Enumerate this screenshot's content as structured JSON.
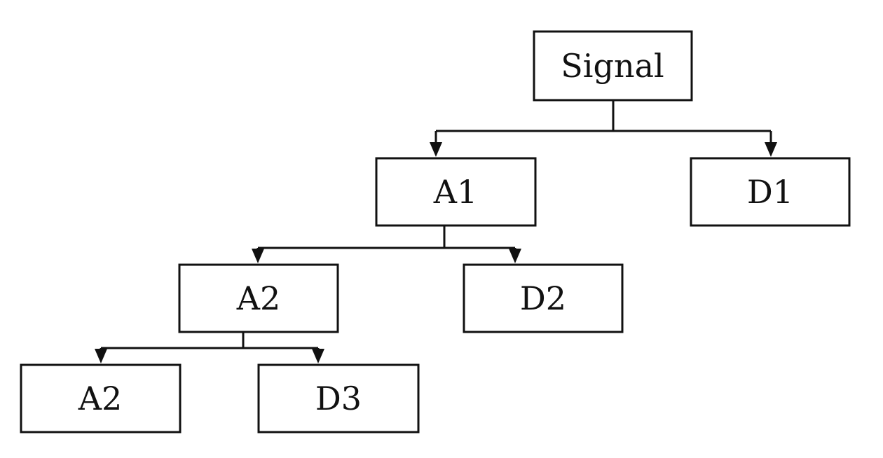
{
  "diagram": {
    "nodes": [
      {
        "id": "signal",
        "label": "Signal"
      },
      {
        "id": "a1",
        "label": "A1"
      },
      {
        "id": "d1",
        "label": "D1"
      },
      {
        "id": "a2_level2",
        "label": "A2"
      },
      {
        "id": "d2",
        "label": "D2"
      },
      {
        "id": "a2_level3",
        "label": "A2"
      },
      {
        "id": "d3",
        "label": "D3"
      }
    ],
    "edges": [
      {
        "from": "signal",
        "to": "a1"
      },
      {
        "from": "signal",
        "to": "d1"
      },
      {
        "from": "a1",
        "to": "a2_level2"
      },
      {
        "from": "a1",
        "to": "d2"
      },
      {
        "from": "a2_level2",
        "to": "a2_level3"
      },
      {
        "from": "a2_level2",
        "to": "d3"
      }
    ]
  }
}
